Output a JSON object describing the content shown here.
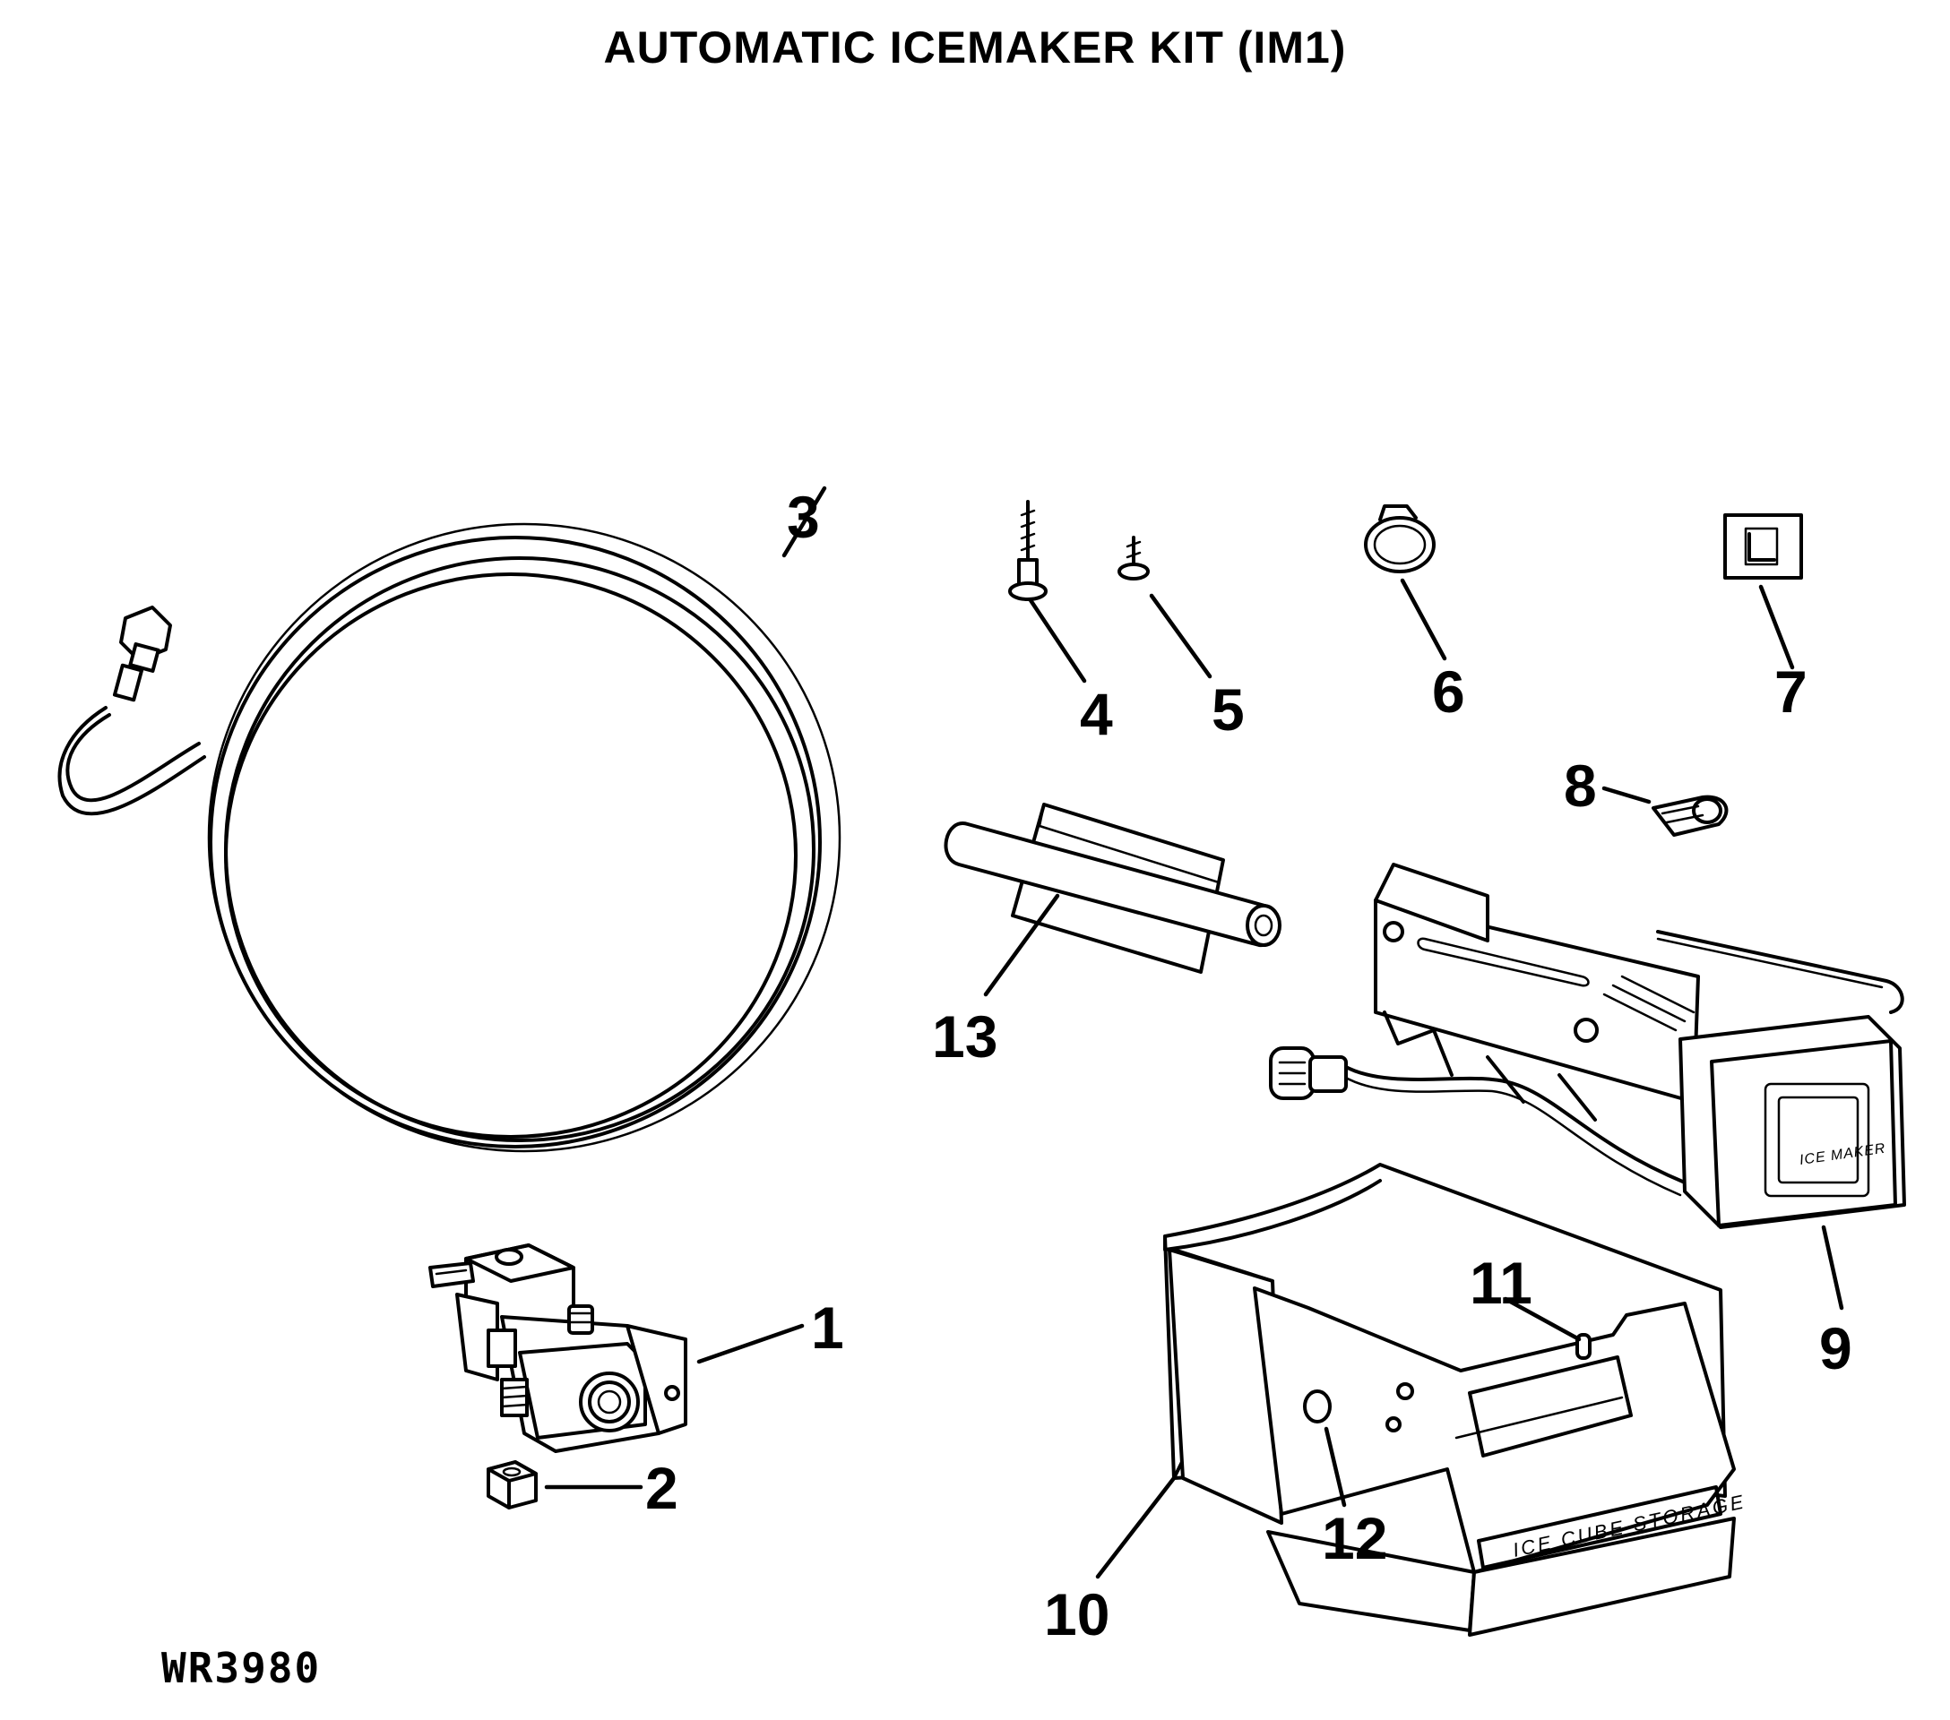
{
  "title": "AUTOMATIC ICEMAKER KIT (IM1)",
  "drawing_code": "WR3980",
  "part_callouts": [
    {
      "id": "callout-1",
      "label": "1"
    },
    {
      "id": "callout-2",
      "label": "2"
    },
    {
      "id": "callout-3",
      "label": "3"
    },
    {
      "id": "callout-4",
      "label": "4"
    },
    {
      "id": "callout-5",
      "label": "5"
    },
    {
      "id": "callout-6",
      "label": "6"
    },
    {
      "id": "callout-7",
      "label": "7"
    },
    {
      "id": "callout-8",
      "label": "8"
    },
    {
      "id": "callout-9",
      "label": "9"
    },
    {
      "id": "callout-10",
      "label": "10"
    },
    {
      "id": "callout-11",
      "label": "11"
    },
    {
      "id": "callout-12",
      "label": "12"
    },
    {
      "id": "callout-13",
      "label": "13"
    }
  ],
  "icemaker_face_label": "ICE MAKER",
  "bin_front_label": "ICE CUBE STORAGE"
}
